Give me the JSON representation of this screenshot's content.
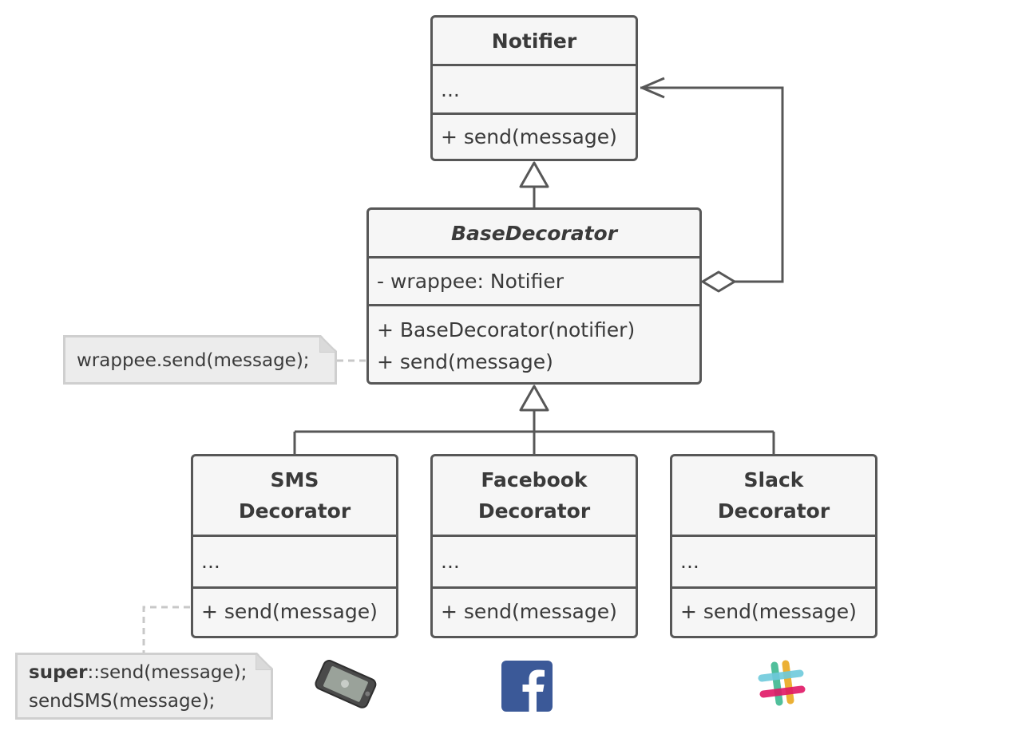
{
  "notifier": {
    "name": "Notifier",
    "fields": "...",
    "methods": [
      "+ send(message)"
    ]
  },
  "base_decorator": {
    "name": "BaseDecorator",
    "fields": "- wrappee: Notifier",
    "methods": [
      "+ BaseDecorator(notifier)",
      "+ send(message)"
    ]
  },
  "sms_decorator": {
    "name_line1": "SMS",
    "name_line2": "Decorator",
    "fields": "...",
    "methods": [
      "+ send(message)"
    ]
  },
  "facebook_decorator": {
    "name_line1": "Facebook",
    "name_line2": "Decorator",
    "fields": "...",
    "methods": [
      "+ send(message)"
    ]
  },
  "slack_decorator": {
    "name_line1": "Slack",
    "name_line2": "Decorator",
    "fields": "...",
    "methods": [
      "+ send(message)"
    ]
  },
  "notes": {
    "base_note": "wrappee.send(message);",
    "sms_note_keyword": "super",
    "sms_note_line1_rest": "::send(message);",
    "sms_note_line2": "sendSMS(message);"
  },
  "icons": {
    "sms": "smartphone-icon",
    "facebook": "facebook-logo-icon",
    "slack": "slack-logo-icon"
  },
  "colors": {
    "border": "#575757",
    "box_fill": "#f6f6f6",
    "note_fill": "#ececec",
    "facebook_blue": "#3b5998"
  }
}
